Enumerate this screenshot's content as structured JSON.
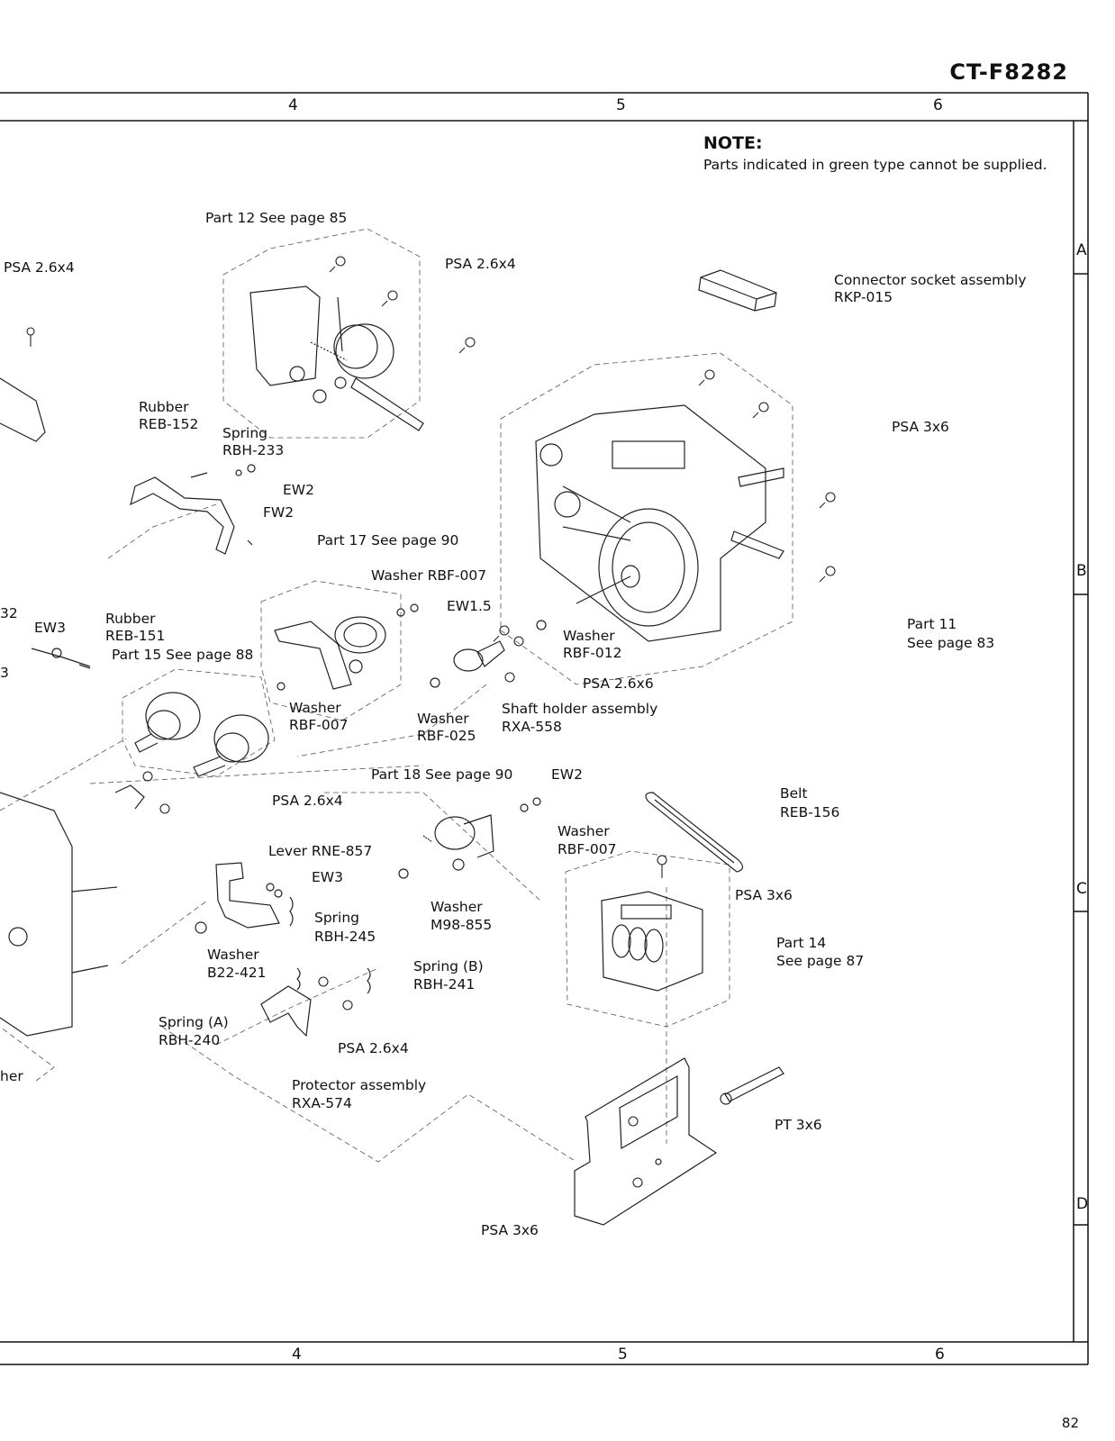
{
  "header": {
    "model": "CT-F8282"
  },
  "page_number": "82",
  "columns": {
    "c4": "4",
    "c5": "5",
    "c6": "6"
  },
  "rows": {
    "A": "A",
    "B": "B",
    "C": "C",
    "D": "D"
  },
  "note": {
    "title": "NOTE:",
    "text": "Parts indicated in green type cannot be supplied."
  },
  "labels": {
    "part12": "Part 12 See page 85",
    "psa_left_top": "PSA 2.6x4",
    "psa_top_mid": "PSA 2.6x4",
    "connector_name": "Connector socket assembly",
    "connector_code": "RKP-015",
    "rubber152_name": "Rubber",
    "rubber152_code": "REB-152",
    "spring233_name": "Spring",
    "spring233_code": "RBH-233",
    "psa3x6_right": "PSA 3x6",
    "ew2_top": "EW2",
    "fw2": "FW2",
    "part17": "Part 17 See page 90",
    "washer_rbf007_top": "Washer RBF-007",
    "ew15": "EW1.5",
    "left_32": "32",
    "ew3_left": "EW3",
    "rubber151_name": "Rubber",
    "rubber151_code": "REB-151",
    "part15": "Part 15 See page 88",
    "left_3": "3",
    "washer_rbf012_name": "Washer",
    "washer_rbf012_code": "RBF-012",
    "part11_name": "Part 11",
    "part11_page": "See page 83",
    "psa26x6": "PSA 2.6x6",
    "washer_rbf007_mid_name": "Washer",
    "washer_rbf007_mid_code": "RBF-007",
    "washer_rbf025_name": "Washer",
    "washer_rbf025_code": "RBF-025",
    "shaft_name": "Shaft holder assembly",
    "shaft_code": "RXA-558",
    "part18": "Part 18 See page 90",
    "ew2_mid": "EW2",
    "belt_name": "Belt",
    "belt_code": "REB-156",
    "psa_mid_left": "PSA 2.6x4",
    "washer_rbf007_low_name": "Washer",
    "washer_rbf007_low_code": "RBF-007",
    "lever": "Lever RNE-857",
    "ew3_mid": "EW3",
    "psa3x6_mid": "PSA 3x6",
    "washer_m98_name": "Washer",
    "washer_m98_code": "M98-855",
    "spring245_name": "Spring",
    "spring245_code": "RBH-245",
    "part14_name": "Part 14",
    "part14_page": "See page 87",
    "washer_b22_name": "Washer",
    "washer_b22_code": "B22-421",
    "springB_name": "Spring (B)",
    "springB_code": "RBH-241",
    "springA_name": "Spring (A)",
    "springA_code": "RBH-240",
    "psa_low": "PSA 2.6x4",
    "left_her": "her",
    "protector_name": "Protector assembly",
    "protector_code": "RXA-574",
    "pt3x6": "PT 3x6",
    "psa3x6_bottom": "PSA 3x6"
  }
}
